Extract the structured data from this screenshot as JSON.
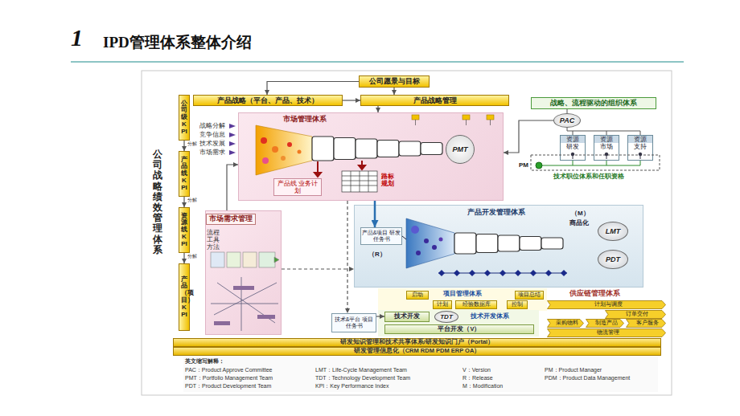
{
  "diagram": {
    "title": "IPD管理体系整体介绍",
    "nodes": [
      {
        "text": [
          "公司愿景与目标"
        ]
      },
      {
        "text": [
          "产品战略（平台、产品、技术）"
        ]
      },
      {
        "text": [
          "产品战略管理"
        ]
      },
      {
        "text": [
          "公司级KPI"
        ]
      },
      {
        "text": [
          "产品线KPI"
        ]
      },
      {
        "text": [
          "资源线KPI"
        ]
      },
      {
        "text": [
          "产品（项目）KPI"
        ]
      },
      {
        "text": [
          "市场管理体系"
        ]
      },
      {
        "text": [
          "PMT"
        ],
        "in": 7
      },
      {
        "text": [
          "产品线 业务计划"
        ],
        "in": 7
      },
      {
        "text": [
          "战略、流程驱动的组织体系"
        ]
      },
      {
        "text": [
          "PAC"
        ]
      },
      {
        "text": [
          "资源",
          "研发"
        ]
      },
      {
        "text": [
          "资源",
          "市场"
        ]
      },
      {
        "text": [
          "资源",
          "支持"
        ]
      },
      {
        "text": [
          "市场需求管理",
          "流程 工具 方法"
        ]
      },
      {
        "text": [
          "产品开发管理体系"
        ]
      },
      {
        "text": [
          "产品&项目 研发任务书"
        ],
        "in": 16
      },
      {
        "text": [
          "LMT"
        ],
        "in": 16
      },
      {
        "text": [
          "PDT"
        ],
        "in": 16
      },
      {
        "text": [
          "启动"
        ]
      },
      {
        "text": [
          "计划"
        ]
      },
      {
        "text": [
          "经验数据库"
        ]
      },
      {
        "text": [
          "控制"
        ]
      },
      {
        "text": [
          "项目总结"
        ]
      },
      {
        "text": [
          "技术&平台 项目任务书"
        ]
      },
      {
        "text": [
          "技术开发"
        ]
      },
      {
        "text": [
          "TDT"
        ]
      },
      {
        "text": [
          "平台开发（V）"
        ]
      },
      {
        "text": [
          "计划与调度"
        ]
      },
      {
        "text": [
          "订单交付"
        ]
      },
      {
        "text": [
          "采购物料"
        ]
      },
      {
        "text": [
          "制造产品"
        ]
      },
      {
        "text": [
          "客户服务"
        ]
      },
      {
        "text": [
          "物流管理"
        ]
      },
      {
        "text": [
          "研发知识管理和技术共享体系/研发知识门户（Portal）"
        ]
      },
      {
        "text": [
          "研发管理信息化（CRM RDM PDM ERP OA）"
        ]
      }
    ],
    "edges": [
      {
        "from": 0,
        "to": 1,
        "arrow": "to"
      },
      {
        "from": 0,
        "to": 2,
        "arrow": "to"
      },
      {
        "from": 1,
        "to": 2,
        "arrow": "to"
      },
      {
        "from": 2,
        "to": 7,
        "arrow": "to"
      },
      {
        "from": 3,
        "to": 4,
        "arrow": "to"
      },
      {
        "from": 4,
        "to": 5,
        "arrow": "to"
      },
      {
        "from": 5,
        "to": 6,
        "arrow": "to"
      },
      {
        "from": 11,
        "to": 7,
        "arrow": "to"
      },
      {
        "from": 15,
        "to": 7,
        "arrow": "to"
      },
      {
        "from": 7,
        "to": 17,
        "arrow": "to"
      },
      {
        "from": 15,
        "to": 16,
        "arrow": "to"
      },
      {
        "from": 7,
        "to": 25,
        "arrow": "to"
      },
      {
        "from": 25,
        "to": 26,
        "arrow": "to"
      }
    ],
    "labels": [
      "1",
      "公司战略绩效管理体系",
      "分解",
      "分解",
      "分解",
      "战略分解",
      "竞争信息",
      "技术发展",
      "市场需求",
      "路标规划",
      "PM",
      "技术职位体系和任职资格",
      "（M）",
      "商品化",
      "（R）",
      "项目管理体系",
      "技术开发体系",
      "供应链管理体系",
      "英文缩写解释：",
      "PAC：Product Approve Committee",
      "PMT：Portfolio Management Team",
      "PDT：Product Development Team",
      "LMT：Life-Cycle Management Team",
      "TDT：Technology Development Team",
      "KPI：Key Performance Index",
      "V：Version",
      "R：Release",
      "M：Modification",
      "PM：Product Manager",
      "PDM：Product Data Management"
    ]
  }
}
